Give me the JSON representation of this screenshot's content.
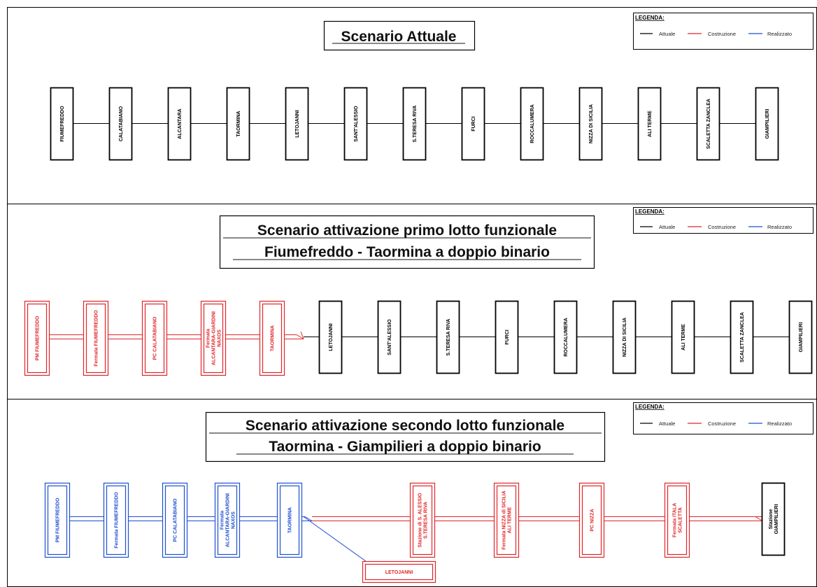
{
  "colors": {
    "attuale": "#000000",
    "costruzione": "#e0262a",
    "realizzato": "#1f4fd1"
  },
  "legend": {
    "heading": "LEGENDA:",
    "items": [
      {
        "label": "Attuale",
        "color": "#000000"
      },
      {
        "label": "Costruzione",
        "color": "#e0262a"
      },
      {
        "label": "Realizzato",
        "color": "#1f4fd1"
      }
    ]
  },
  "scenarios": [
    {
      "title_lines": [
        "Scenario Attuale"
      ],
      "stations": [
        {
          "lines": [
            "FIUMEFREDDO"
          ],
          "status": "attuale"
        },
        {
          "lines": [
            "CALATABIANO"
          ],
          "status": "attuale"
        },
        {
          "lines": [
            "ALCANTARA"
          ],
          "status": "attuale"
        },
        {
          "lines": [
            "TAORMINA"
          ],
          "status": "attuale"
        },
        {
          "lines": [
            "LETOJANNI"
          ],
          "status": "attuale"
        },
        {
          "lines": [
            "SANT'ALESSIO"
          ],
          "status": "attuale"
        },
        {
          "lines": [
            "S.TERESA RIVA"
          ],
          "status": "attuale"
        },
        {
          "lines": [
            "FURCI"
          ],
          "status": "attuale"
        },
        {
          "lines": [
            "ROCCALUMERA"
          ],
          "status": "attuale"
        },
        {
          "lines": [
            "NIZZA DI SICILIA"
          ],
          "status": "attuale"
        },
        {
          "lines": [
            "ALI TERME"
          ],
          "status": "attuale"
        },
        {
          "lines": [
            "SCALETTA ZANCLEA"
          ],
          "status": "attuale"
        },
        {
          "lines": [
            "GIAMPILIERI"
          ],
          "status": "attuale"
        }
      ]
    },
    {
      "title_lines": [
        "Scenario attivazione primo lotto funzionale",
        "Fiumefreddo - Taormina a doppio binario"
      ],
      "stations": [
        {
          "lines": [
            "PM FIUMEFREDDO"
          ],
          "status": "costruzione"
        },
        {
          "lines": [
            "Fermata FIUMEFREDDO"
          ],
          "status": "costruzione"
        },
        {
          "lines": [
            "PC CALATABIANO"
          ],
          "status": "costruzione"
        },
        {
          "lines": [
            "Fermata",
            "ALCANTARA-GIARDINI",
            "NAXOS"
          ],
          "status": "costruzione"
        },
        {
          "lines": [
            "TAORMINA"
          ],
          "status": "costruzione"
        },
        {
          "lines": [
            "LETOJANNI"
          ],
          "status": "attuale"
        },
        {
          "lines": [
            "SANT'ALESSIO"
          ],
          "status": "attuale"
        },
        {
          "lines": [
            "S.TERESA RIVA"
          ],
          "status": "attuale"
        },
        {
          "lines": [
            "FURCI"
          ],
          "status": "attuale"
        },
        {
          "lines": [
            "ROCCALUMERA"
          ],
          "status": "attuale"
        },
        {
          "lines": [
            "NIZZA DI SICILIA"
          ],
          "status": "attuale"
        },
        {
          "lines": [
            "ALI TERME"
          ],
          "status": "attuale"
        },
        {
          "lines": [
            "SCALETTA ZANCLEA"
          ],
          "status": "attuale"
        },
        {
          "lines": [
            "GIAMPILIERI"
          ],
          "status": "attuale"
        }
      ]
    },
    {
      "title_lines": [
        "Scenario attivazione secondo lotto funzionale",
        "Taormina - Giampilieri a doppio binario"
      ],
      "stations": [
        {
          "lines": [
            "PM FIUMEFREDDO"
          ],
          "status": "realizzato"
        },
        {
          "lines": [
            "Fermata FIUMEFREDDO"
          ],
          "status": "realizzato"
        },
        {
          "lines": [
            "PC CALATABIANO"
          ],
          "status": "realizzato"
        },
        {
          "lines": [
            "Fermata",
            "ALCANTARA-GIARDINI",
            "NAXOS"
          ],
          "status": "realizzato"
        },
        {
          "lines": [
            "TAORMINA"
          ],
          "status": "realizzato"
        },
        {
          "lines": [
            "Stazione di S. ALESSIO",
            "S.TERESA RIVA"
          ],
          "status": "costruzione"
        },
        {
          "lines": [
            "Fermata NIZZA di SICILIA",
            "ALI TERME"
          ],
          "status": "costruzione"
        },
        {
          "lines": [
            "PC NIZZA"
          ],
          "status": "costruzione"
        },
        {
          "lines": [
            "Fermata ITALA",
            "SCALETTA"
          ],
          "status": "costruzione"
        },
        {
          "lines": [
            "Stazione",
            "GIAMPILIERI"
          ],
          "status": "attuale"
        }
      ],
      "branch_station": {
        "lines": [
          "LETOJANNI"
        ],
        "status": "costruzione"
      }
    }
  ]
}
